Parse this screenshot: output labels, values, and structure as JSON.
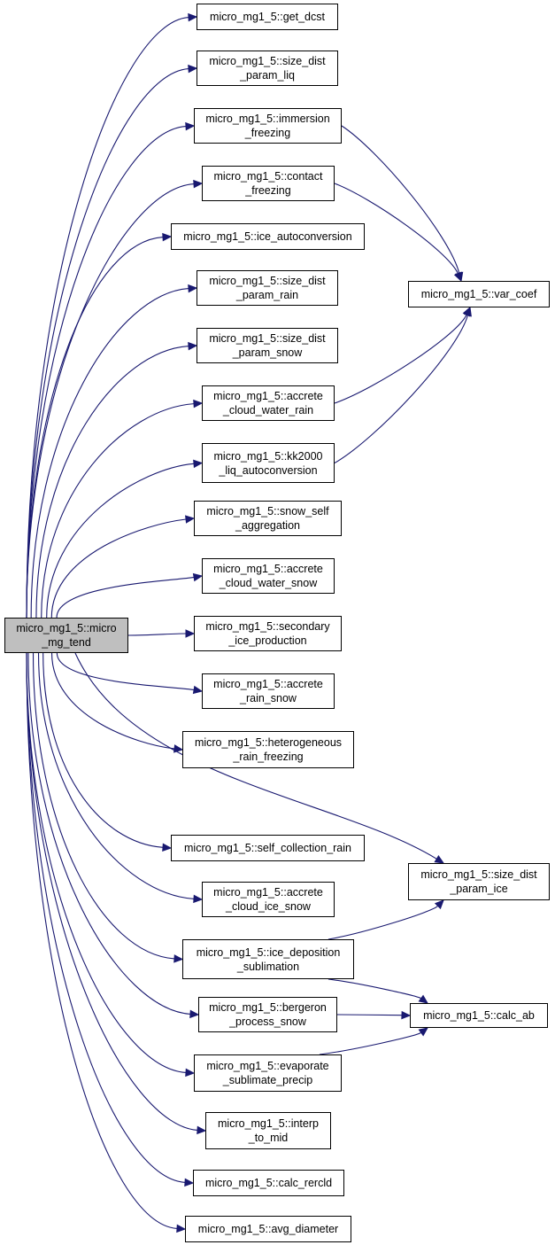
{
  "graph": {
    "edge_color": "#191970",
    "root_fill": "#bfbfbf",
    "node_fill": "#ffffff",
    "root": {
      "id": "micro_mg_tend",
      "label_lines": [
        "micro_mg1_5::micro",
        "_mg_tend"
      ]
    },
    "nodes": [
      {
        "id": "get_dcst",
        "label_lines": [
          "micro_mg1_5::get_dcst"
        ]
      },
      {
        "id": "size_dist_param_liq",
        "label_lines": [
          "micro_mg1_5::size_dist",
          "_param_liq"
        ]
      },
      {
        "id": "immersion_freezing",
        "label_lines": [
          "micro_mg1_5::immersion",
          "_freezing"
        ]
      },
      {
        "id": "contact_freezing",
        "label_lines": [
          "micro_mg1_5::contact",
          "_freezing"
        ]
      },
      {
        "id": "ice_autoconversion",
        "label_lines": [
          "micro_mg1_5::ice_autoconversion"
        ]
      },
      {
        "id": "size_dist_param_rain",
        "label_lines": [
          "micro_mg1_5::size_dist",
          "_param_rain"
        ]
      },
      {
        "id": "size_dist_param_snow",
        "label_lines": [
          "micro_mg1_5::size_dist",
          "_param_snow"
        ]
      },
      {
        "id": "accrete_cloud_water_rain",
        "label_lines": [
          "micro_mg1_5::accrete",
          "_cloud_water_rain"
        ]
      },
      {
        "id": "kk2000_liq_autoconversion",
        "label_lines": [
          "micro_mg1_5::kk2000",
          "_liq_autoconversion"
        ]
      },
      {
        "id": "snow_self_aggregation",
        "label_lines": [
          "micro_mg1_5::snow_self",
          "_aggregation"
        ]
      },
      {
        "id": "accrete_cloud_water_snow",
        "label_lines": [
          "micro_mg1_5::accrete",
          "_cloud_water_snow"
        ]
      },
      {
        "id": "secondary_ice_production",
        "label_lines": [
          "micro_mg1_5::secondary",
          "_ice_production"
        ]
      },
      {
        "id": "accrete_rain_snow",
        "label_lines": [
          "micro_mg1_5::accrete",
          "_rain_snow"
        ]
      },
      {
        "id": "heterogeneous_rain_freezing",
        "label_lines": [
          "micro_mg1_5::heterogeneous",
          "_rain_freezing"
        ]
      },
      {
        "id": "self_collection_rain",
        "label_lines": [
          "micro_mg1_5::self_collection_rain"
        ]
      },
      {
        "id": "accrete_cloud_ice_snow",
        "label_lines": [
          "micro_mg1_5::accrete",
          "_cloud_ice_snow"
        ]
      },
      {
        "id": "ice_deposition_sublimation",
        "label_lines": [
          "micro_mg1_5::ice_deposition",
          "_sublimation"
        ]
      },
      {
        "id": "bergeron_process_snow",
        "label_lines": [
          "micro_mg1_5::bergeron",
          "_process_snow"
        ]
      },
      {
        "id": "evaporate_sublimate_precip",
        "label_lines": [
          "micro_mg1_5::evaporate",
          "_sublimate_precip"
        ]
      },
      {
        "id": "interp_to_mid",
        "label_lines": [
          "micro_mg1_5::interp",
          "_to_mid"
        ]
      },
      {
        "id": "calc_rercld",
        "label_lines": [
          "micro_mg1_5::calc_rercld"
        ]
      },
      {
        "id": "avg_diameter",
        "label_lines": [
          "micro_mg1_5::avg_diameter"
        ]
      },
      {
        "id": "var_coef",
        "label_lines": [
          "micro_mg1_5::var_coef"
        ]
      },
      {
        "id": "size_dist_param_ice",
        "label_lines": [
          "micro_mg1_5::size_dist",
          "_param_ice"
        ]
      },
      {
        "id": "calc_ab",
        "label_lines": [
          "micro_mg1_5::calc_ab"
        ]
      }
    ],
    "edges": [
      {
        "from": "micro_mg_tend",
        "to": "get_dcst"
      },
      {
        "from": "micro_mg_tend",
        "to": "size_dist_param_liq"
      },
      {
        "from": "micro_mg_tend",
        "to": "immersion_freezing"
      },
      {
        "from": "micro_mg_tend",
        "to": "contact_freezing"
      },
      {
        "from": "micro_mg_tend",
        "to": "ice_autoconversion"
      },
      {
        "from": "micro_mg_tend",
        "to": "size_dist_param_rain"
      },
      {
        "from": "micro_mg_tend",
        "to": "size_dist_param_snow"
      },
      {
        "from": "micro_mg_tend",
        "to": "accrete_cloud_water_rain"
      },
      {
        "from": "micro_mg_tend",
        "to": "kk2000_liq_autoconversion"
      },
      {
        "from": "micro_mg_tend",
        "to": "snow_self_aggregation"
      },
      {
        "from": "micro_mg_tend",
        "to": "accrete_cloud_water_snow"
      },
      {
        "from": "micro_mg_tend",
        "to": "secondary_ice_production"
      },
      {
        "from": "micro_mg_tend",
        "to": "accrete_rain_snow"
      },
      {
        "from": "micro_mg_tend",
        "to": "heterogeneous_rain_freezing"
      },
      {
        "from": "micro_mg_tend",
        "to": "self_collection_rain"
      },
      {
        "from": "micro_mg_tend",
        "to": "accrete_cloud_ice_snow"
      },
      {
        "from": "micro_mg_tend",
        "to": "ice_deposition_sublimation"
      },
      {
        "from": "micro_mg_tend",
        "to": "bergeron_process_snow"
      },
      {
        "from": "micro_mg_tend",
        "to": "evaporate_sublimate_precip"
      },
      {
        "from": "micro_mg_tend",
        "to": "interp_to_mid"
      },
      {
        "from": "micro_mg_tend",
        "to": "calc_rercld"
      },
      {
        "from": "micro_mg_tend",
        "to": "avg_diameter"
      },
      {
        "from": "micro_mg_tend",
        "to": "size_dist_param_ice"
      },
      {
        "from": "immersion_freezing",
        "to": "var_coef"
      },
      {
        "from": "contact_freezing",
        "to": "var_coef"
      },
      {
        "from": "accrete_cloud_water_rain",
        "to": "var_coef"
      },
      {
        "from": "kk2000_liq_autoconversion",
        "to": "var_coef"
      },
      {
        "from": "ice_deposition_sublimation",
        "to": "size_dist_param_ice"
      },
      {
        "from": "ice_deposition_sublimation",
        "to": "calc_ab"
      },
      {
        "from": "bergeron_process_snow",
        "to": "calc_ab"
      },
      {
        "from": "evaporate_sublimate_precip",
        "to": "calc_ab"
      }
    ]
  }
}
